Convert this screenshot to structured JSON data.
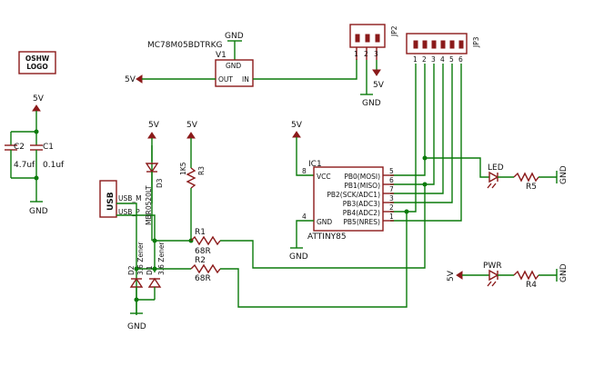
{
  "logo": {
    "line1": "OSHW",
    "line2": "LOGO"
  },
  "regulator": {
    "part": "MC78M05BDTRKG",
    "ref": "V1",
    "gnd_pin": "GND",
    "out_pin": "OUT",
    "in_pin": "IN",
    "gnd_label": "GND",
    "out_net": "5V"
  },
  "jp2": {
    "ref": "JP2",
    "pins": [
      "1",
      "2",
      "3"
    ],
    "net_5v": "5V",
    "net_gnd": "GND"
  },
  "jp3": {
    "ref": "JP3",
    "pins": [
      "1",
      "2",
      "3",
      "4",
      "5",
      "6"
    ]
  },
  "caps": {
    "net_top": "5V",
    "net_bottom": "GND",
    "c2": {
      "ref": "C2",
      "value": "4.7uf"
    },
    "c1": {
      "ref": "C1",
      "value": "0.1uf"
    }
  },
  "usb": {
    "label": "USB",
    "pins": [
      "USB_M",
      "USB_P"
    ],
    "d3": {
      "ref": "D3",
      "part": "MBR0520LT"
    },
    "r3": {
      "ref": "R3",
      "value": "1K5"
    },
    "d1": {
      "ref": "D1",
      "part": "3.6 Zener"
    },
    "d2": {
      "ref": "D2",
      "part": "3.6 Zener"
    },
    "net_5v_a": "5V",
    "net_5v_b": "5V",
    "net_gnd": "GND"
  },
  "resistors": {
    "r1": {
      "ref": "R1",
      "value": "68R"
    },
    "r2": {
      "ref": "R2",
      "value": "68R"
    }
  },
  "mcu": {
    "ref": "IC1",
    "part": "ATTINY85",
    "vcc": "VCC",
    "gnd": "GND",
    "vcc_pin": "8",
    "gnd_pin": "4",
    "pins": [
      {
        "num": "5",
        "name": "PB0(MOSI)"
      },
      {
        "num": "6",
        "name": "PB1(MISO)"
      },
      {
        "num": "7",
        "name": "PB2(SCK/ADC1)"
      },
      {
        "num": "3",
        "name": "PB3(ADC3)"
      },
      {
        "num": "2",
        "name": "PB4(ADC2)"
      },
      {
        "num": "1",
        "name": "PB5(NRES)"
      }
    ],
    "net_5v": "5V",
    "net_gnd": "GND"
  },
  "led": {
    "label": "LED",
    "r_ref": "R5",
    "gnd": "GND"
  },
  "pwr": {
    "label": "PWR",
    "r_ref": "R4",
    "net_5v": "5V",
    "gnd": "GND"
  }
}
